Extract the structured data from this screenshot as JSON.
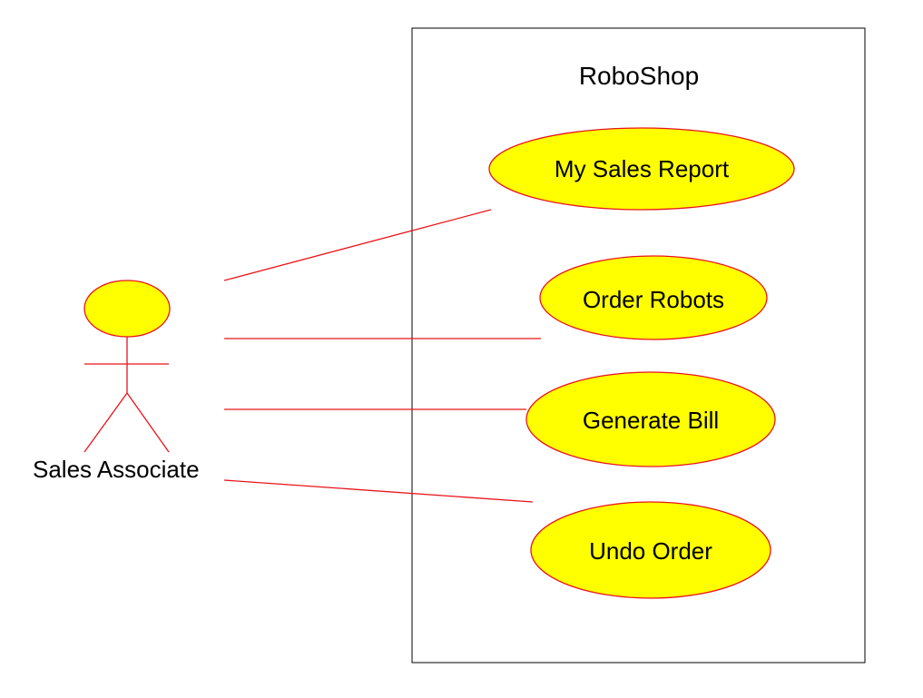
{
  "colors": {
    "line": "#e8141b",
    "fill": "#ffff00",
    "boundary": "#000000",
    "text": "#000000"
  },
  "system": {
    "title": "RoboShop"
  },
  "actor": {
    "label": "Sales Associate"
  },
  "use_cases": [
    {
      "label": "My Sales Report"
    },
    {
      "label": "Order Robots"
    },
    {
      "label": "Generate Bill"
    },
    {
      "label": "Undo Order"
    }
  ]
}
